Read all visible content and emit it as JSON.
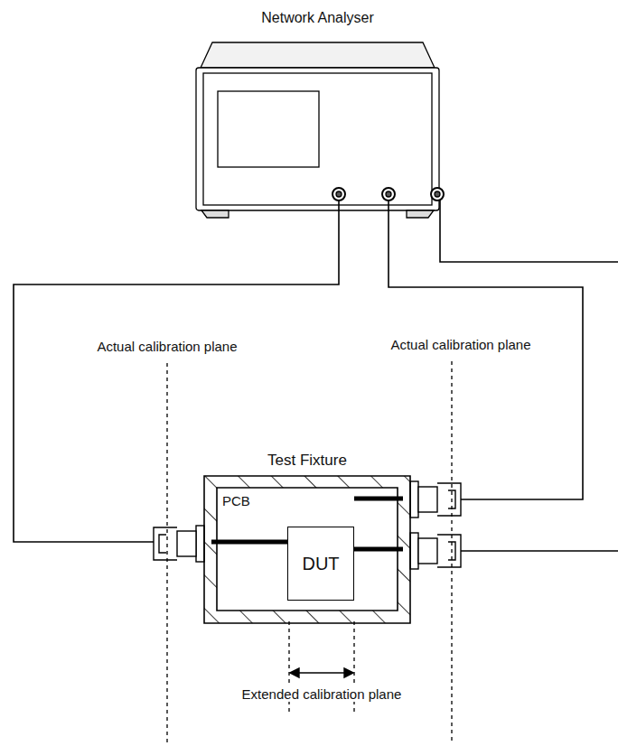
{
  "diagram": {
    "nodes": [
      {
        "text": [
          "Network Analyser"
        ]
      },
      {
        "text": [
          "Test Fixture"
        ]
      },
      {
        "text": [
          "PCB"
        ],
        "in": 1
      },
      {
        "text": [
          "DUT"
        ],
        "in": 2
      }
    ],
    "edges": [
      {
        "from": 0,
        "to": 1,
        "arrow": "none"
      },
      {
        "from": 0,
        "to": 1,
        "arrow": "none"
      },
      {
        "from": 0,
        "to": 1,
        "arrow": "none"
      }
    ],
    "labels": [
      "Actual calibration plane",
      "Actual calibration plane",
      "Extended calibration plane"
    ]
  }
}
